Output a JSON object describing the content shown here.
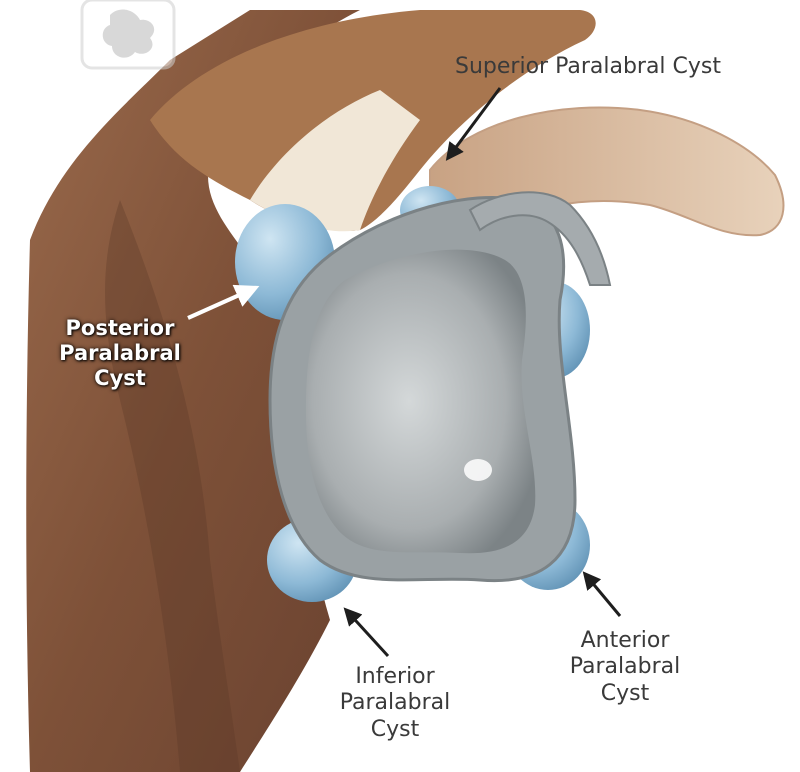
{
  "labels": {
    "superior": "Superior Paralabral Cyst",
    "posterior": [
      "Posterior",
      "Paralabral",
      "Cyst"
    ],
    "inferior": [
      "Inferior",
      "Paralabral",
      "Cyst"
    ],
    "anterior": [
      "Anterior",
      "Paralabral",
      "Cyst"
    ]
  },
  "colors": {
    "bone_dark": "#8a5a40",
    "bone_light": "#efe3cf",
    "glenoid": "#b6bbbd",
    "labrum": "#a7adb0",
    "cyst": "#9cc4dc",
    "label_dark": "#3a3a3a",
    "label_light": "#ffffff"
  },
  "icons": [
    "watermark-icon"
  ]
}
